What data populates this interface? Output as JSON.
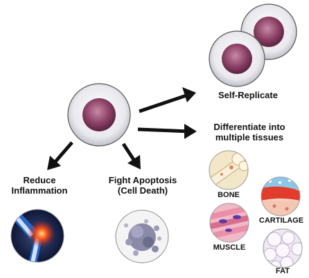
{
  "nodes": {
    "self_replicate": "Self-Replicate",
    "differentiate_line1": "Differentiate into",
    "differentiate_line2": "multiple tissues",
    "reduce_line1": "Reduce",
    "reduce_line2": "Inflammation",
    "apoptosis_line1": "Fight Apoptosis",
    "apoptosis_line2": "(Cell Death)"
  },
  "tissues": {
    "bone": "BONE",
    "cartilage": "CARTILAGE",
    "muscle": "MUSCLE",
    "fat": "FAT"
  },
  "colors": {
    "cell_outer": "#e6e6e6",
    "cell_nucleus": "#7a3557",
    "arrow": "#111111",
    "inflammation": "#e2231a",
    "knee_blue": "#2a6fd6"
  }
}
